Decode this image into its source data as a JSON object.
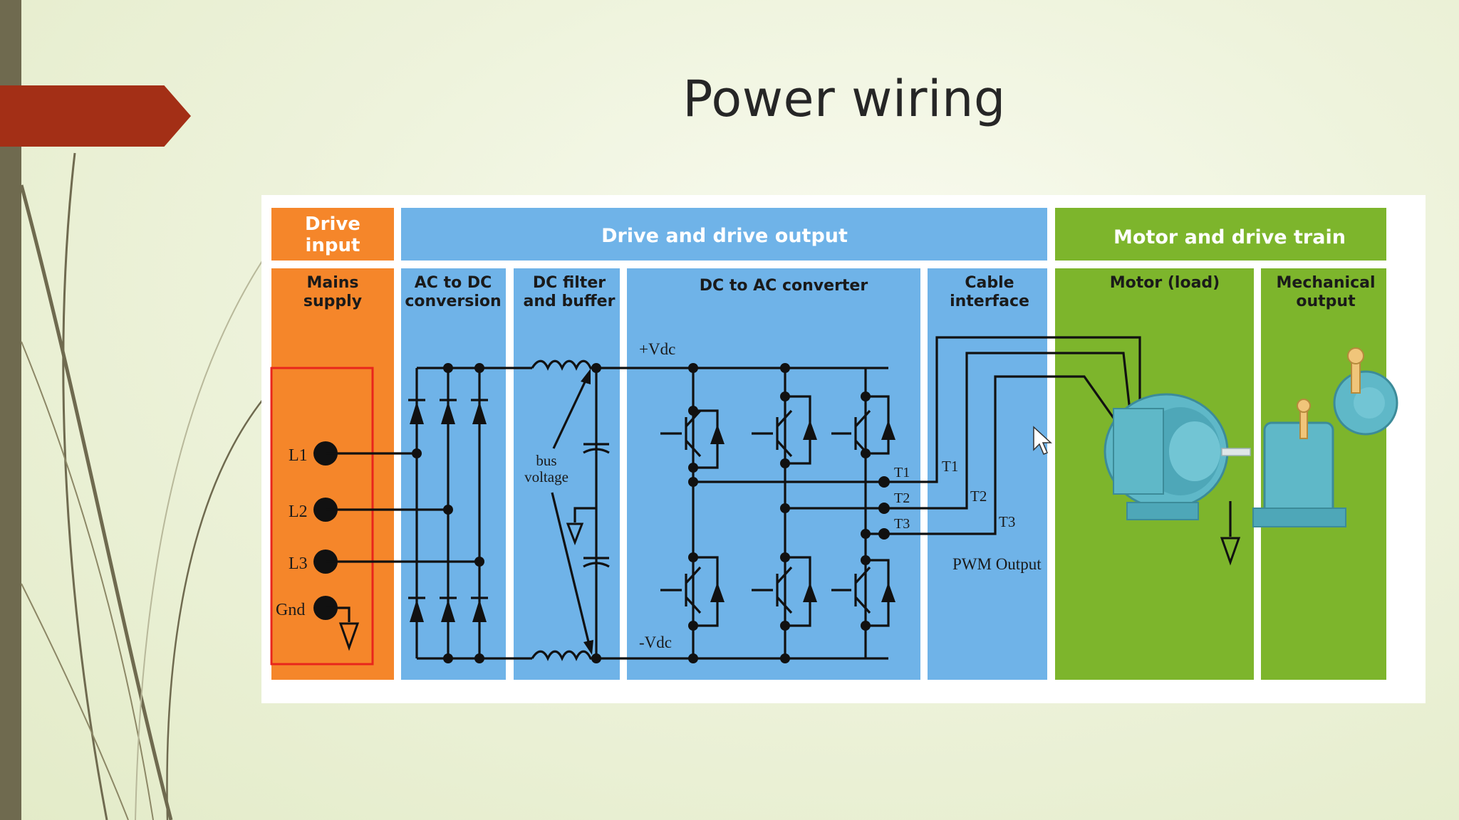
{
  "slide": {
    "title": "Power wiring"
  },
  "diagram": {
    "sections": {
      "drive_input": "Drive input",
      "drive_output": "Drive and drive output",
      "motor_train": "Motor and drive train"
    },
    "columns": {
      "mains": [
        "Mains",
        "supply"
      ],
      "acdc": [
        "AC to DC",
        "conversion"
      ],
      "dcfilter": [
        "DC filter",
        "and buffer"
      ],
      "dcac": "DC to AC converter",
      "cable": [
        "Cable",
        "interface"
      ],
      "motor": "Motor (load)",
      "mech": [
        "Mechanical",
        "output"
      ]
    },
    "terminals": {
      "l1": "L1",
      "l2": "L2",
      "l3": "L3",
      "gnd": "Gnd"
    },
    "labels": {
      "pos_vdc": "+Vdc",
      "neg_vdc": "-Vdc",
      "bus_voltage": [
        "bus",
        "voltage"
      ],
      "t1": "T1",
      "t2": "T2",
      "t3": "T3",
      "pwm_output": "PWM Output"
    },
    "colors": {
      "orange": "#f5862a",
      "blue": "#6fb3e8",
      "green": "#7db52c",
      "red_box": "#e8261c",
      "motor_teal": "#5fb8c8"
    }
  }
}
